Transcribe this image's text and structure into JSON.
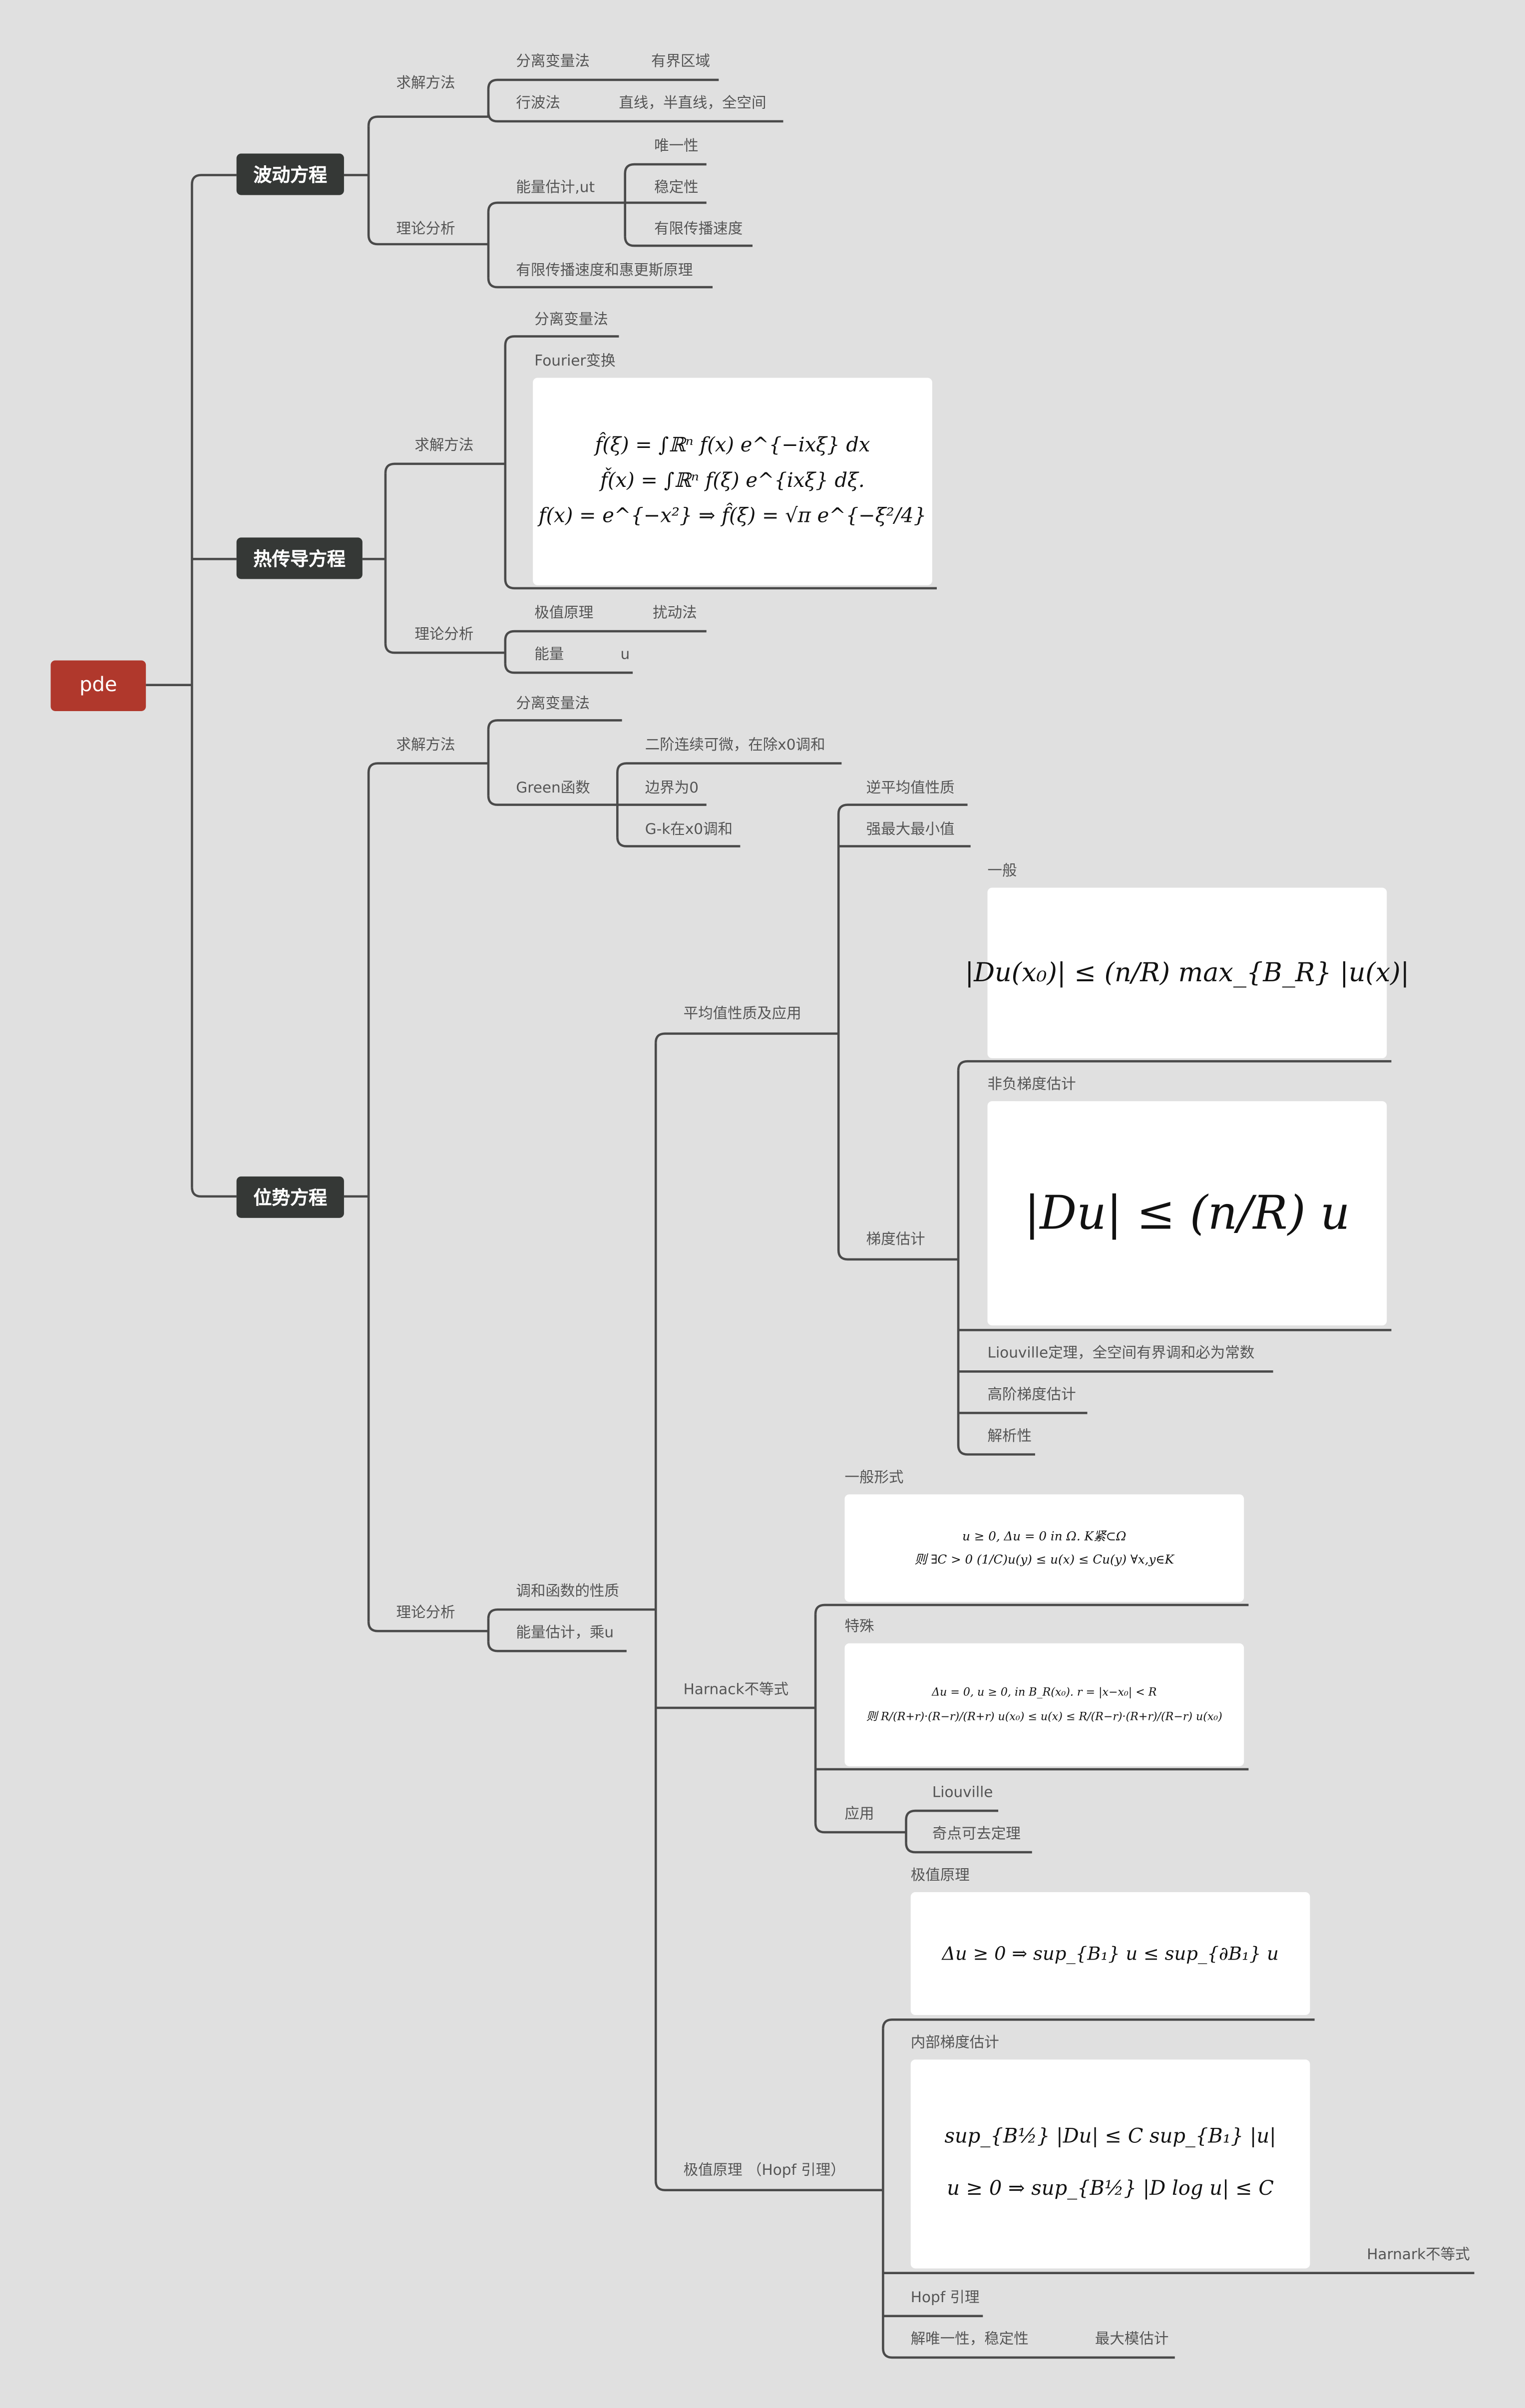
{
  "root": "pde",
  "wave": {
    "title": "波动方程",
    "solve": {
      "label": "求解方法",
      "separation": "分离变量法",
      "separation_domain": "有界区域",
      "traveling": "行波法",
      "traveling_domain": "直线，半直线，全空间"
    },
    "theory": {
      "label": "理论分析",
      "energy": "能量估计,ut",
      "uniqueness": "唯一性",
      "stability": "稳定性",
      "finite_speed": "有限传播速度",
      "huygens": "有限传播速度和惠更斯原理"
    }
  },
  "heat": {
    "title": "热传导方程",
    "solve": {
      "label": "求解方法",
      "separation": "分离变量法",
      "fourier": "Fourier变换",
      "fourier_formula": [
        "f̂(ξ) = ∫ℝⁿ f(x) e^{−ixξ} dx",
        "f̌(x) = ∫ℝⁿ f(ξ) e^{ixξ} dξ.",
        "f(x) = e^{−x²} ⇒ f̂(ξ) = √π e^{−ξ²/4}"
      ]
    },
    "theory": {
      "label": "理论分析",
      "max_principle": "极值原理",
      "perturbation": "扰动法",
      "energy": "能量",
      "energy_u": "u"
    }
  },
  "potential": {
    "title": "位势方程",
    "solve": {
      "label": "求解方法",
      "separation": "分离变量法",
      "green": "Green函数",
      "green_c2": "二阶连续可微，在除x0调和",
      "green_boundary": "边界为0",
      "green_gk": "G-k在x0调和"
    },
    "theory": {
      "label": "理论分析",
      "harmonic": "调和函数的性质",
      "energy": "能量估计，乘u",
      "mean_value": {
        "label": "平均值性质及应用",
        "inverse": "逆平均值性质",
        "strong_max": "强最大最小值",
        "gradient": {
          "label": "梯度估计",
          "general": "一般",
          "general_formula": "|Du(x₀)| ≤ (n/R) max_{B_R} |u(x)|",
          "nonneg": "非负梯度估计",
          "nonneg_formula": "|Du| ≤ (n/R) u",
          "liouville": "Liouville定理，全空间有界调和必为常数",
          "higher": "高阶梯度估计",
          "analytic": "解析性"
        }
      },
      "harnack": {
        "label": "Harnack不等式",
        "general": "一般形式",
        "general_formula": [
          "u ≥ 0, Δu = 0 in Ω.   K紧⊂Ω",
          "则 ∃C > 0   (1/C)u(y) ≤ u(x) ≤ Cu(y)   ∀x,y∈K"
        ],
        "special": "特殊",
        "special_formula": [
          "Δu = 0, u ≥ 0, in B_R(x₀).   r = |x−x₀| < R",
          "则 R/(R+r)·(R−r)/(R+r) u(x₀) ≤ u(x) ≤ R/(R−r)·(R+r)/(R−r) u(x₀)"
        ],
        "application": "应用",
        "liouville": "Liouville",
        "removable": "奇点可去定理"
      },
      "maximum": {
        "label": "极值原理 （Hopf 引理）",
        "max": "极值原理",
        "max_formula": "Δu ≥ 0 ⇒ sup_{B₁} u ≤ sup_{∂B₁} u",
        "interior": "内部梯度估计",
        "interior_formula": [
          "sup_{B½} |Du| ≤ C sup_{B₁} |u|",
          "u ≥ 0 ⇒ sup_{B½} |D log u| ≤ C"
        ],
        "interior_harnack": "Harnark不等式",
        "hopf": "Hopf 引理",
        "uniqueness": "解唯一性，稳定性",
        "max_modulus": "最大模估计"
      }
    }
  },
  "colors": {
    "background": "#e0e0e0",
    "root": "#b0382c",
    "main_topic": "#353836",
    "line": "#4a4a4a",
    "text": "#555555"
  }
}
